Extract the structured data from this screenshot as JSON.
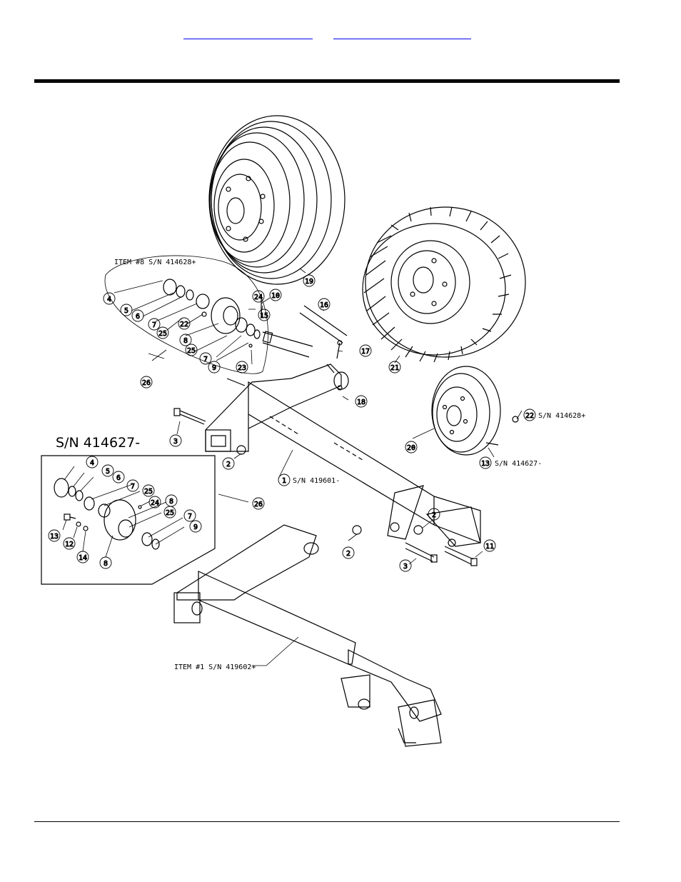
{
  "links": [
    {
      "id": "link-1",
      "text": ""
    },
    {
      "id": "link-2",
      "text": ""
    }
  ],
  "colors": {
    "link": "#0000ee",
    "ink": "#000000"
  },
  "labels": {
    "item8_sn": "ITEM #8 S/N 414628+",
    "item1_sn_a": "S/N 419601-",
    "item1_sn_b": "ITEM #1 S/N 419602+",
    "inset_sn": "S/N 414627-",
    "part22_sn": "S/N 414628+",
    "part13_sn": "S/N 414627-"
  },
  "callouts": {
    "c19": "19",
    "c16": "16",
    "c21": "21",
    "c17": "17",
    "c18": "18",
    "c4": "4",
    "c5": "5",
    "c6": "6",
    "c7a": "7",
    "c22": "22",
    "c25a": "25",
    "c8": "8",
    "c25b": "25",
    "c7b": "7",
    "c9": "9",
    "c23": "23",
    "c10": "10",
    "c15": "15",
    "c24": "24",
    "c26": "26",
    "c3": "3",
    "c2": "2",
    "c1": "1",
    "c20": "20",
    "c22b": "22",
    "c13": "13",
    "i4": "4",
    "i5": "5",
    "i6": "6",
    "i7": "7",
    "i25": "25",
    "i8b": "8",
    "i24": "24",
    "i25b": "25",
    "i7b": "7",
    "i9": "9",
    "i13": "13",
    "i12": "12",
    "i14": "14",
    "i8": "8",
    "i26": "26",
    "c2b": "2",
    "c2c": "2",
    "c3b": "3",
    "c11": "11"
  }
}
